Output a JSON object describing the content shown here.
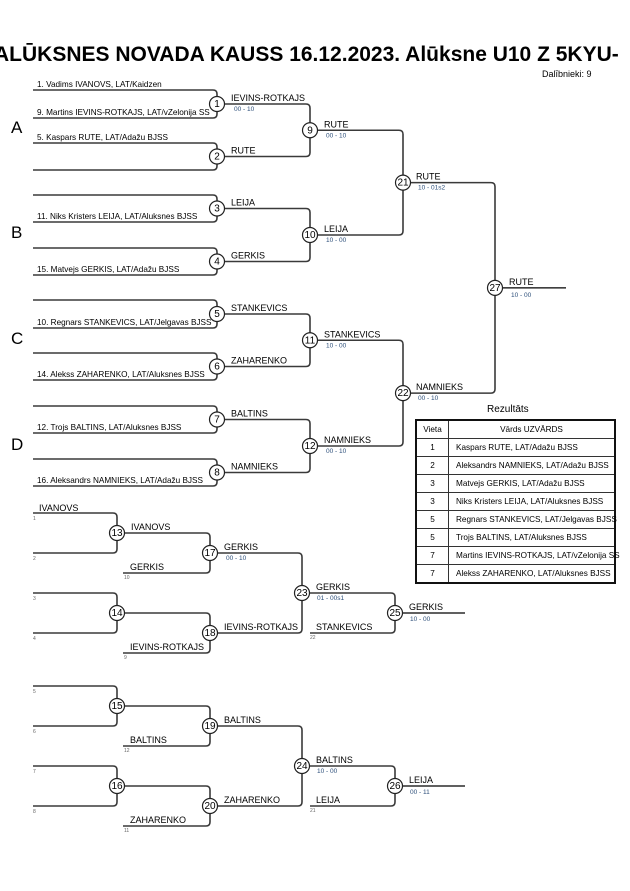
{
  "header": {
    "title": "ALŪKSNES NOVADA KAUSS  16.12.2023.  Alūksne   U10 Z 5KYU-",
    "participants": "Dalībnieki: 9"
  },
  "pools": [
    "A",
    "B",
    "C",
    "D"
  ],
  "entries": [
    "1. Vadims IVANOVS, LAT/Kaidzen",
    "9. Martins IEVINS-ROTKAJS, LAT/vZelonija SS",
    "5. Kaspars RUTE, LAT/Adažu BJSS",
    "",
    "",
    "11. Niks Kristers LEIJA, LAT/Aluksnes BJSS",
    "",
    "15. Matvejs GERKIS, LAT/Adažu BJSS",
    "",
    "10. Regnars STANKEVICS, LAT/Jelgavas BJSS",
    "",
    "14. Alekss ZAHARENKO, LAT/Aluksnes BJSS",
    "",
    "12. Trojs BALTINS, LAT/Aluksnes BJSS",
    "",
    "16. Aleksandrs NAMNIEKS, LAT/Adažu BJSS"
  ],
  "main_matches": {
    "r1": [
      {
        "num": "1",
        "winner": "IEVINS-ROTKAJS",
        "score": "00 - 10"
      },
      {
        "num": "2",
        "winner": "RUTE",
        "score": ""
      },
      {
        "num": "3",
        "winner": "LEIJA",
        "score": ""
      },
      {
        "num": "4",
        "winner": "GERKIS",
        "score": ""
      },
      {
        "num": "5",
        "winner": "STANKEVICS",
        "score": ""
      },
      {
        "num": "6",
        "winner": "ZAHARENKO",
        "score": ""
      },
      {
        "num": "7",
        "winner": "BALTINS",
        "score": ""
      },
      {
        "num": "8",
        "winner": "NAMNIEKS",
        "score": ""
      }
    ],
    "r2": [
      {
        "num": "9",
        "winner": "RUTE",
        "score": "00 - 10"
      },
      {
        "num": "10",
        "winner": "LEIJA",
        "score": "10 - 00"
      },
      {
        "num": "11",
        "winner": "STANKEVICS",
        "score": "10 - 00"
      },
      {
        "num": "12",
        "winner": "NAMNIEKS",
        "score": "00 - 10"
      }
    ],
    "r3": [
      {
        "num": "21",
        "winner": "RUTE",
        "score": "10 - 01s2"
      },
      {
        "num": "22",
        "winner": "NAMNIEKS",
        "score": "00 - 10"
      }
    ],
    "final": {
      "num": "27",
      "winner": "RUTE",
      "score": "10 - 00"
    }
  },
  "repechage": [
    {
      "first_round": [
        {
          "num": "13",
          "top_name": "IVANOVS",
          "top_seed": "1",
          "bottom_name": "",
          "bottom_seed": "2",
          "winner": "IVANOVS"
        },
        {
          "num": "14",
          "top_name": "",
          "top_seed": "3",
          "bottom_name": "",
          "bottom_seed": "4",
          "winner": ""
        }
      ],
      "second_round": [
        {
          "num": "17",
          "drop_name": "GERKIS",
          "drop_seed": "10",
          "winner": "GERKIS",
          "score": "00 - 10"
        },
        {
          "num": "18",
          "drop_name": "IEVINS-ROTKAJS",
          "drop_seed": "9",
          "winner": "IEVINS-ROTKAJS",
          "score": ""
        }
      ],
      "semi": {
        "num": "23",
        "winner": "GERKIS",
        "score": "01 - 00s1"
      },
      "bronze": {
        "num": "25",
        "drop_name": "STANKEVICS",
        "drop_seed": "22",
        "winner": "GERKIS",
        "score": "10 - 00"
      }
    },
    {
      "first_round": [
        {
          "num": "15",
          "top_name": "",
          "top_seed": "5",
          "bottom_name": "",
          "bottom_seed": "6",
          "winner": ""
        },
        {
          "num": "16",
          "top_name": "",
          "top_seed": "7",
          "bottom_name": "",
          "bottom_seed": "8",
          "winner": ""
        }
      ],
      "second_round": [
        {
          "num": "19",
          "drop_name": "BALTINS",
          "drop_seed": "12",
          "winner": "BALTINS",
          "score": ""
        },
        {
          "num": "20",
          "drop_name": "ZAHARENKO",
          "drop_seed": "11",
          "winner": "ZAHARENKO",
          "score": ""
        }
      ],
      "semi": {
        "num": "24",
        "winner": "BALTINS",
        "score": "10 - 00"
      },
      "bronze": {
        "num": "26",
        "drop_name": "LEIJA",
        "drop_seed": "21",
        "winner": "LEIJA",
        "score": "00 - 11"
      }
    }
  ],
  "results": {
    "caption": "Rezultāts",
    "headers": [
      "Vieta",
      "Vārds UZVĀRDS"
    ],
    "rows": [
      {
        "place": "1",
        "name": "Kaspars RUTE, LAT/Adažu BJSS"
      },
      {
        "place": "2",
        "name": "Aleksandrs NAMNIEKS, LAT/Adažu BJSS"
      },
      {
        "place": "3",
        "name": "Matvejs GERKIS, LAT/Adažu BJSS"
      },
      {
        "place": "3",
        "name": "Niks Kristers LEIJA, LAT/Aluksnes BJSS"
      },
      {
        "place": "5",
        "name": "Regnars STANKEVICS, LAT/Jelgavas BJSS"
      },
      {
        "place": "5",
        "name": "Trojs BALTINS, LAT/Aluksnes BJSS"
      },
      {
        "place": "7",
        "name": "Martins IEVINS-ROTKAJS, LAT/vZelonija SS"
      },
      {
        "place": "7",
        "name": "Alekss ZAHARENKO, LAT/Aluksnes BJSS"
      }
    ]
  }
}
